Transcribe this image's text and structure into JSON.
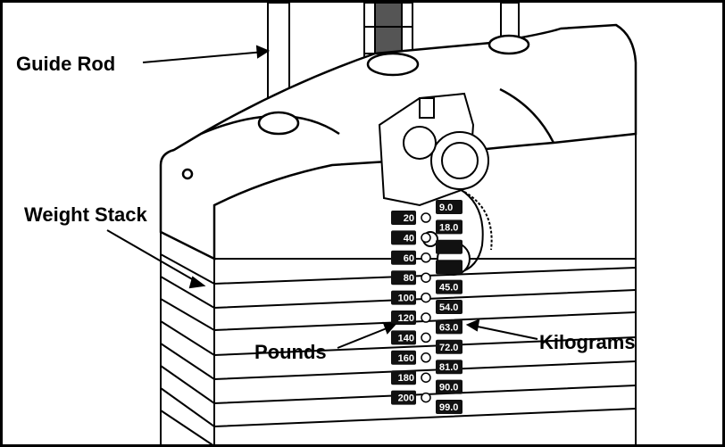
{
  "labels": {
    "guide_rod": "Guide Rod",
    "weight_stack": "Weight Stack",
    "pounds": "Pounds",
    "kilograms": "Kilograms"
  },
  "lb_tags": [
    "20",
    "40",
    "60",
    "80",
    "100",
    "120",
    "140",
    "160",
    "180",
    "200"
  ],
  "kg_tags": [
    "9.0",
    "18.0",
    "",
    "",
    "45.0",
    "54.0",
    "63.0",
    "72.0",
    "81.0",
    "90.0",
    "99.0"
  ],
  "colors": {
    "line": "#000000",
    "tag_fill": "#111111",
    "background": "#ffffff"
  }
}
